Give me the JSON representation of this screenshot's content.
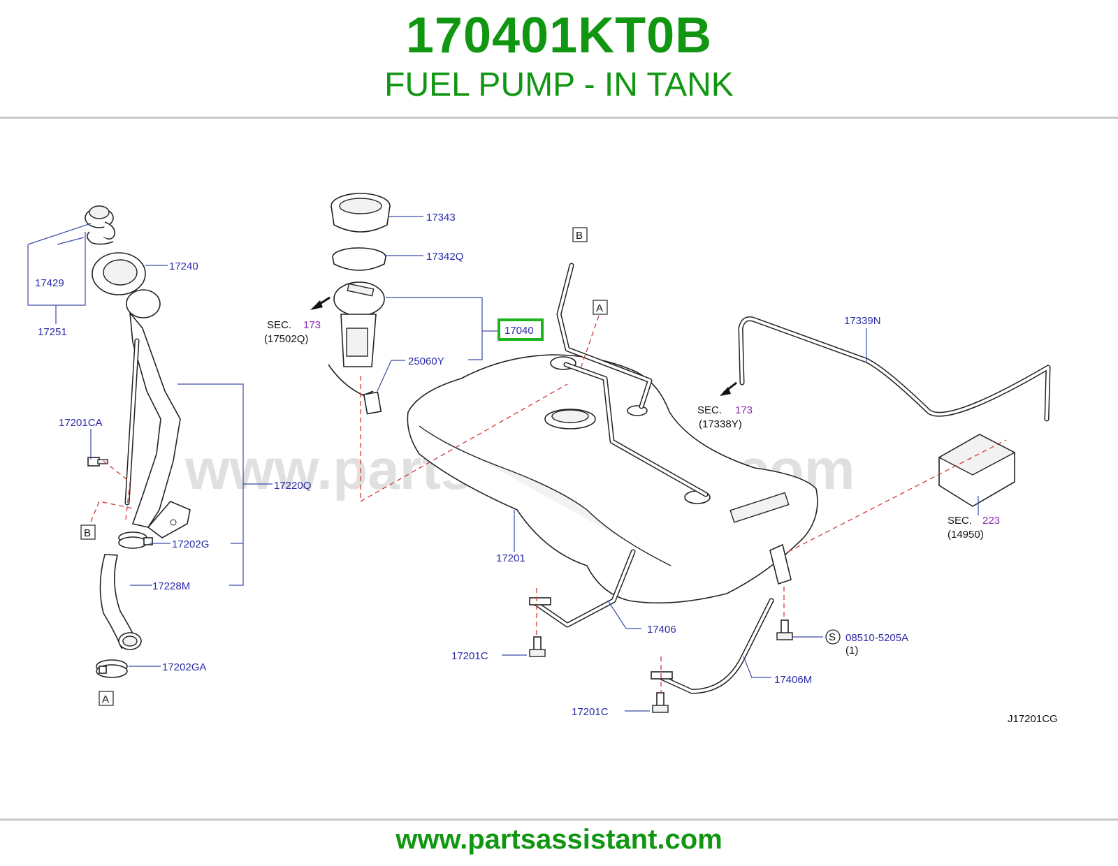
{
  "header": {
    "part_number": "170401KT0B",
    "part_title": "FUEL PUMP - IN TANK"
  },
  "footer": {
    "url": "www.partsassistant.com"
  },
  "diagram": {
    "watermark": "www.partsassistant.com",
    "code": "J17201CG",
    "colors": {
      "brand_green": "#119611",
      "label_blue": "#2a2aa8",
      "highlight": "#1cb31c",
      "ref_purple": "#8a2ab0",
      "guide_red": "#d23a3a"
    },
    "labels": {
      "p17343": "17343",
      "p17342q": "17342Q",
      "p17040": "17040",
      "p25060y": "25060Y",
      "p17429": "17429",
      "p17240": "17240",
      "p17251": "17251",
      "p17201ca": "17201CA",
      "p17220q": "17220Q",
      "p17202g": "17202G",
      "p17228m": "17228M",
      "p17202ga": "17202GA",
      "p17201": "17201",
      "p17339n": "17339N",
      "p17406": "17406",
      "p17406m": "17406M",
      "p17201c_1": "17201C",
      "p17201c_2": "17201C",
      "p08510": "08510-5205A",
      "qty1": "(1)",
      "s_mark": "S"
    },
    "sec_refs": {
      "left": {
        "word": "SEC.",
        "num": "173",
        "code": "(17502Q)"
      },
      "mid": {
        "word": "SEC.",
        "num": "173",
        "code": "(17338Y)"
      },
      "right": {
        "word": "SEC.",
        "num": "223",
        "code": "(14950)"
      }
    },
    "connectors": {
      "a_top": "A",
      "b_top": "B",
      "b_left": "B",
      "a_bottom": "A"
    }
  }
}
